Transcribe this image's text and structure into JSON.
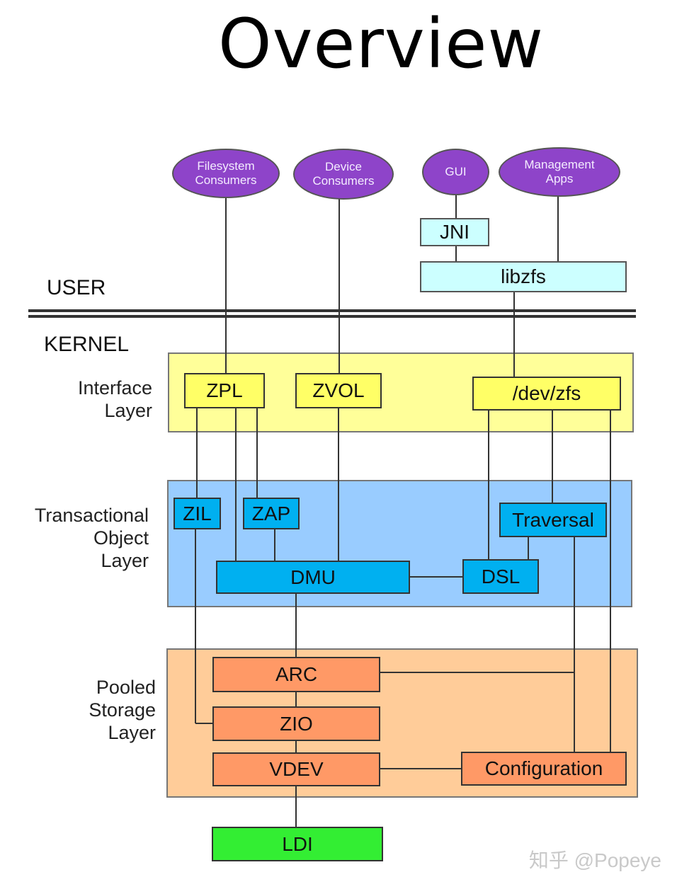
{
  "title": "Overview",
  "sections": {
    "user": "USER",
    "kernel": "KERNEL"
  },
  "consumers": {
    "filesystem": "Filesystem\nConsumers",
    "device": "Device\nConsumers",
    "gui": "GUI",
    "management": "Management\nApps"
  },
  "user_components": {
    "jni": "JNI",
    "libzfs": "libzfs"
  },
  "layers": {
    "interface": {
      "label": "Interface\nLayer",
      "color": "#ffff99"
    },
    "transactional": {
      "label": "Transactional\nObject\nLayer",
      "color": "#99ccff"
    },
    "pooled": {
      "label": "Pooled\nStorage\nLayer",
      "color": "#ffcc99"
    }
  },
  "interface_components": {
    "zpl": "ZPL",
    "zvol": "ZVOL",
    "devzfs": "/dev/zfs"
  },
  "transactional_components": {
    "zil": "ZIL",
    "zap": "ZAP",
    "traversal": "Traversal",
    "dmu": "DMU",
    "dsl": "DSL"
  },
  "pooled_components": {
    "arc": "ARC",
    "zio": "ZIO",
    "vdev": "VDEV",
    "configuration": "Configuration"
  },
  "ldi": "LDI",
  "colors": {
    "consumer": "#8e44c9",
    "user_box": "#ccffff",
    "interface_box": "#ffff66",
    "transactional_box": "#00b0f0",
    "pooled_box": "#ff9966",
    "ldi_box": "#33ee33"
  },
  "watermark": "知乎 @Popeye"
}
